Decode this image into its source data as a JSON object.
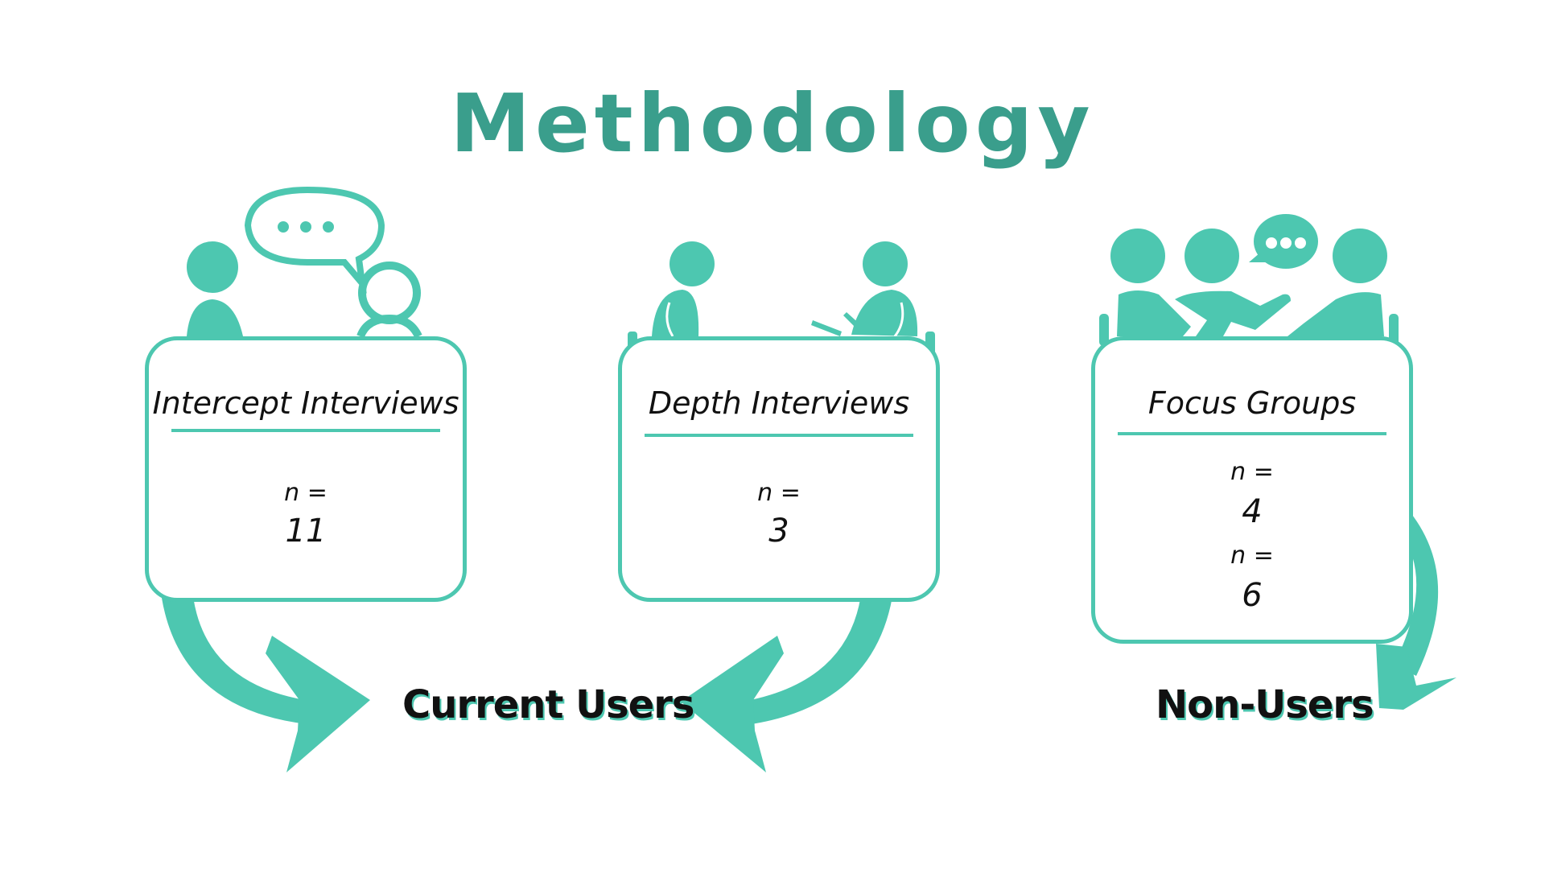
{
  "colors": {
    "accent": "#4dc7b0",
    "title": "#3a9e8c",
    "text": "#111111",
    "background": "#ffffff"
  },
  "title": "Methodology",
  "methods": [
    {
      "name": "Intercept Interviews",
      "n_label": "n =",
      "n_value": "11",
      "icon": "two-people-speech-bubble-icon"
    },
    {
      "name": "Depth Interviews",
      "n_label": "n =",
      "n_value": "3",
      "icon": "interviewer-and-participant-icon"
    },
    {
      "name": "Focus Groups",
      "n_label": "n =",
      "n_value": "4",
      "n_label_2": "n =",
      "n_value_2": "6",
      "icon": "group-discussion-icon"
    }
  ],
  "groups": [
    {
      "label": "Current Users"
    },
    {
      "label": "Non-Users"
    }
  ]
}
